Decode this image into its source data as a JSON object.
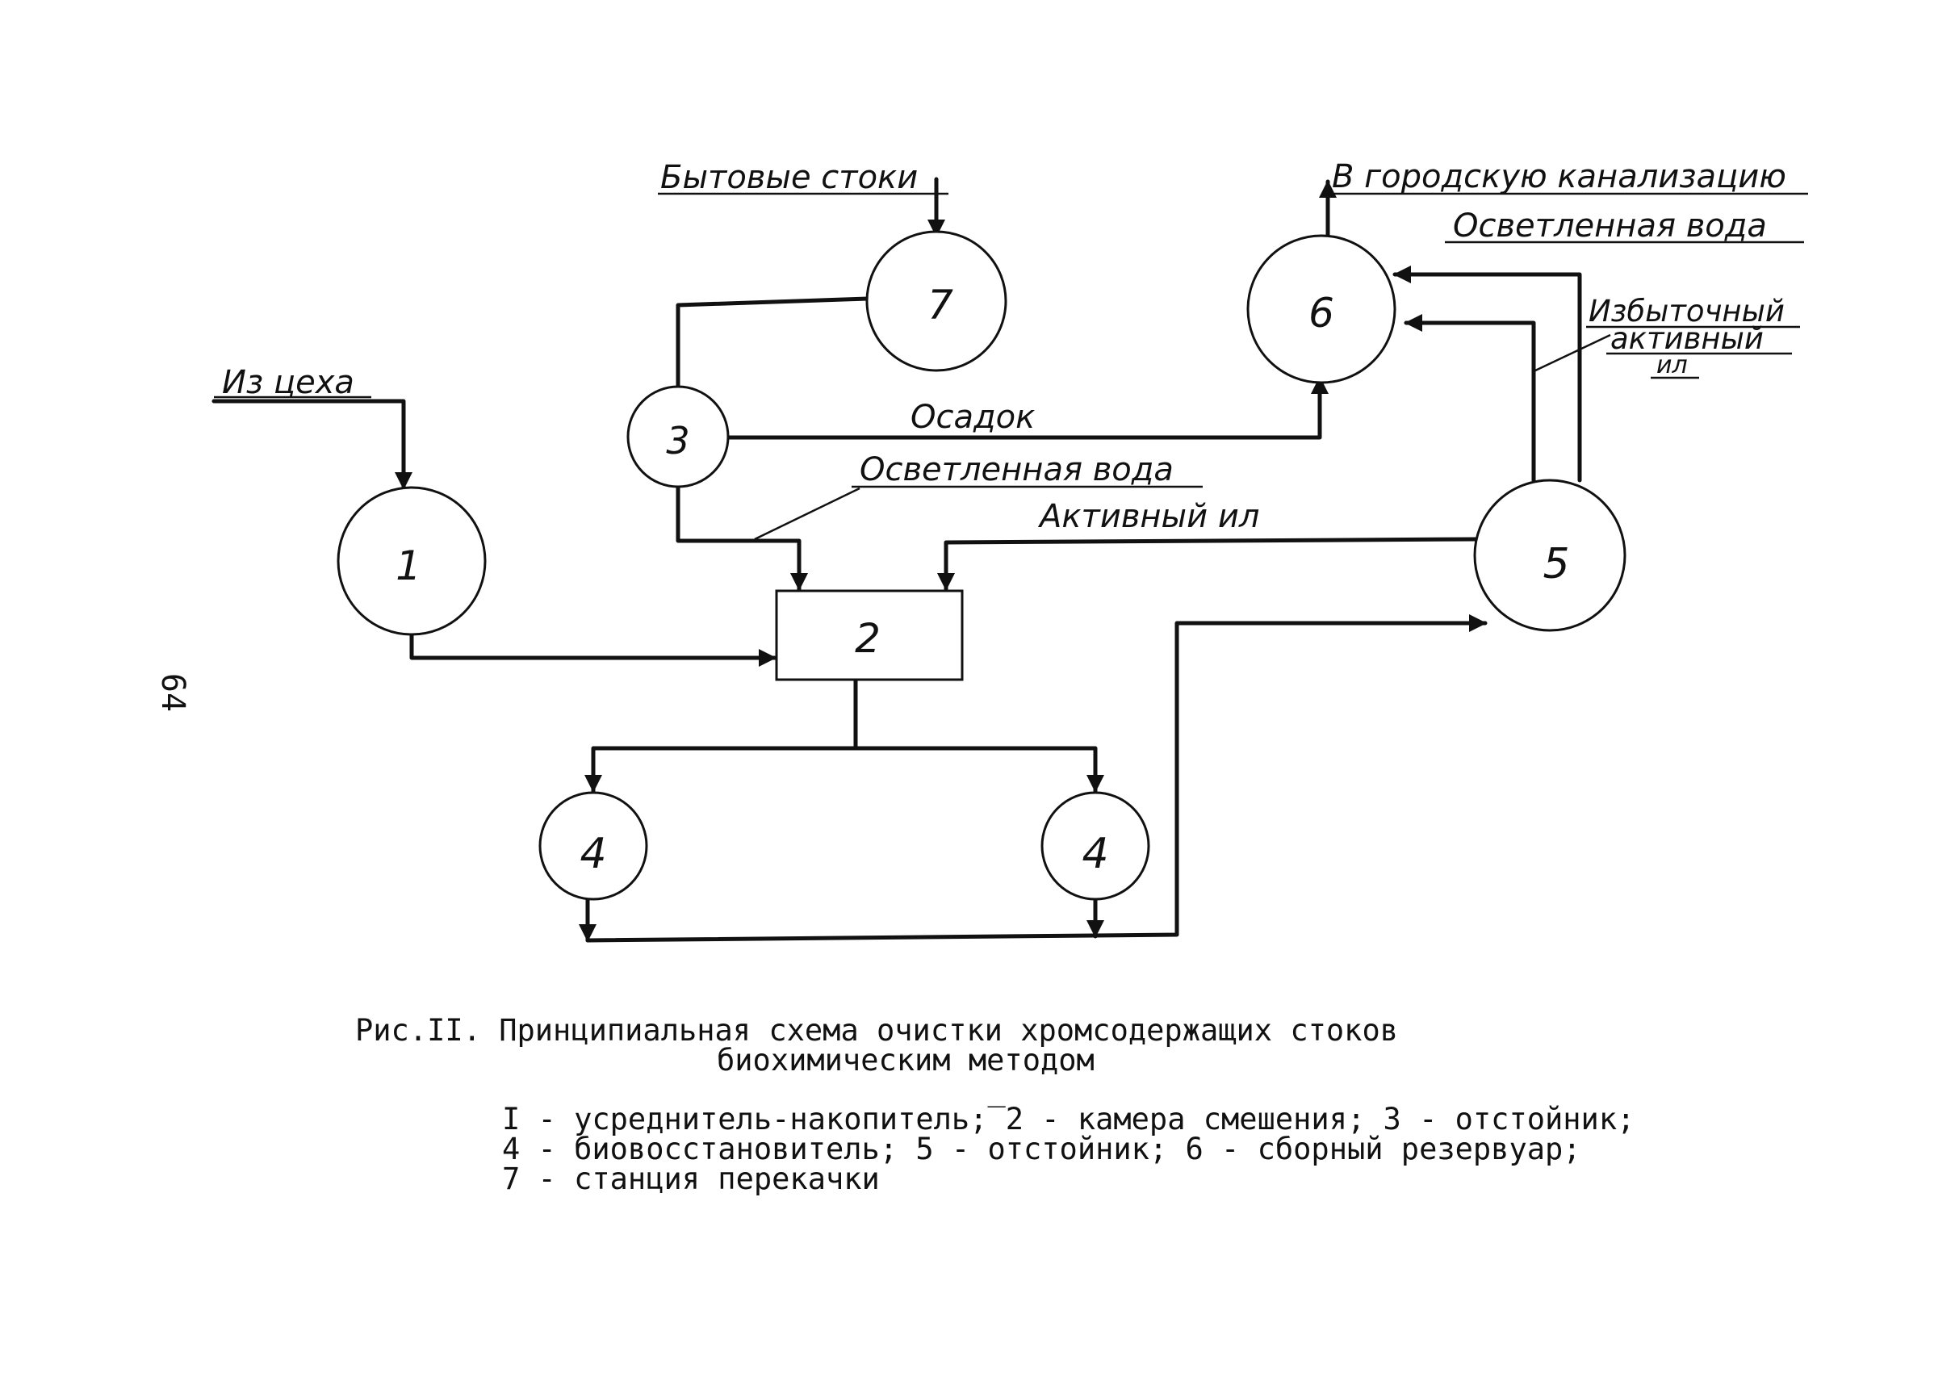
{
  "page_number": "64",
  "nodes": {
    "n1": "1",
    "n2": "2",
    "n3": "3",
    "n4a": "4",
    "n4b": "4",
    "n5": "5",
    "n6": "6",
    "n7": "7"
  },
  "labels": {
    "from_shop": "Из цеха",
    "domestic_sewage": "Бытовые стоки",
    "to_city_sewer": "В городскую канализацию",
    "clarified_water_top": "Осветленная вода",
    "excess_sludge_1": "Избыточный",
    "excess_sludge_2": "активный",
    "excess_sludge_3": "ил",
    "sediment": "Осадок",
    "clarified_water_mid": "Осветленная вода",
    "active_sludge": "Активный ил"
  },
  "caption": {
    "title_line1": "Рис.II. Принципиальная схема очистки хромсодержащих стоков",
    "title_line2": "биохимическим методом",
    "legend_line1": "I - усреднитель-накопитель;‾2 - камера смешения; 3 - отстойник;",
    "legend_line2": "4 - биовосстановитель; 5 - отстойник; 6 - сборный резервуар;",
    "legend_line3": "7 - станция перекачки"
  }
}
